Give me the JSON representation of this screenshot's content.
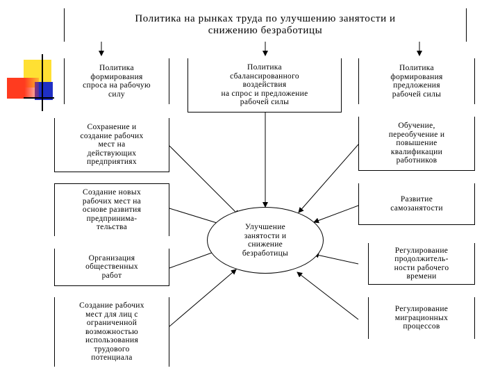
{
  "title": "Политика на рынках труда по улучшению занятости и\nснижению безработицы",
  "top_boxes": {
    "left": "Политика\nформирования\nспроса на рабочую\nсилу",
    "center": "Политика\nсбалансированного\nвоздействия\nна спрос и предложение\nрабочей силы",
    "right": "Политика\nформирования\nпредложения\nрабочей силы"
  },
  "center": "Улучшение\nзанятости и\nснижение\nбезработицы",
  "left_boxes": [
    "Сохранение и\nсоздание рабочих\nмест на\nдействующих\nпредприятиях",
    "Создание новых\nрабочих мест на\nоснове развития\nпредпринима-\nтельства",
    "Организация\nобщественных\nработ",
    "Создание рабочих\nмест для лиц с\nограниченной\nвозможностью\nиспользования\nтрудового\nпотенциала"
  ],
  "right_boxes": [
    "Обучение,\nпереобучение и\nповышение\nквалификации\nработников",
    "Развитие\nсамозанятости",
    "Регулирование\nпродолжитель-\nности рабочего\nвремени",
    "Регулирование\nмиграционных\nпроцессов"
  ],
  "colors": {
    "deco_yellow": "#ffe033",
    "deco_red": "#ff3b1f",
    "deco_blue": "#1f2fc4",
    "line": "#000000"
  }
}
